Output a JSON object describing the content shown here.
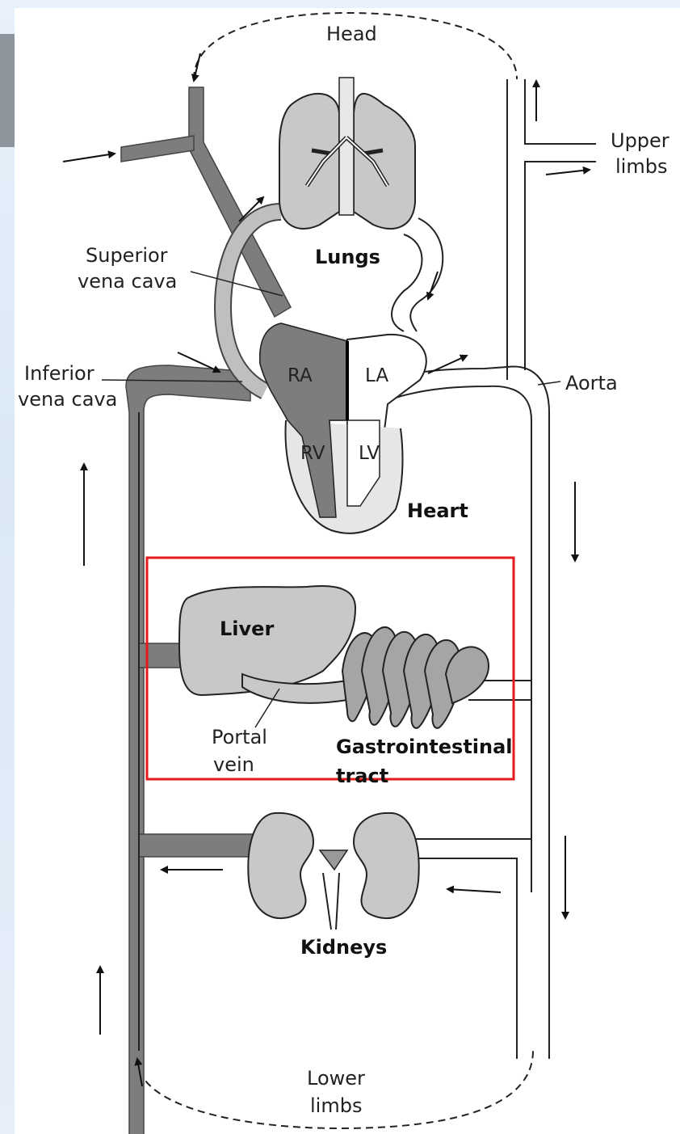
{
  "diagram": {
    "labels": {
      "head": "Head",
      "upper_limbs_1": "Upper",
      "upper_limbs_2": "limbs",
      "lungs": "Lungs",
      "superior_1": "Superior",
      "superior_2": "vena cava",
      "inferior_1": "Inferior",
      "inferior_2": "vena cava",
      "aorta": "Aorta",
      "ra": "RA",
      "la": "LA",
      "rv": "RV",
      "lv": "LV",
      "heart": "Heart",
      "liver": "Liver",
      "portal_1": "Portal",
      "portal_2": "vein",
      "gi_1": "Gastrointestinal",
      "gi_2": "tract",
      "kidneys": "Kidneys",
      "lower_1": "Lower",
      "lower_2": "limbs"
    },
    "colors": {
      "vein": "#7d7d7d",
      "organ": "#c8c8c8",
      "outline": "#222222",
      "highlight": "#e31b1b"
    }
  }
}
